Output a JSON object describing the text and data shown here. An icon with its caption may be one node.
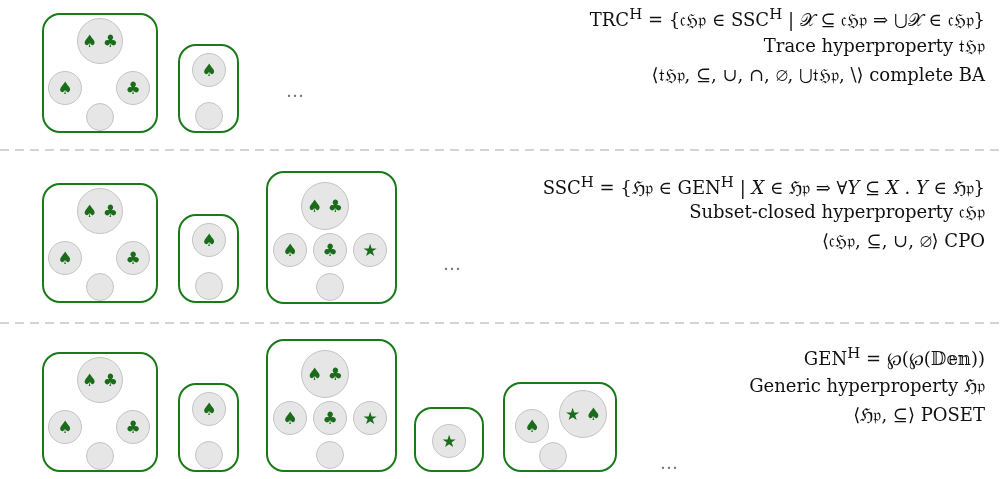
{
  "diagram": {
    "nodes": [
      {
        "text": [],
        "shape": "box"
      },
      {
        "text": [
          "♠ ♣"
        ],
        "in": 0
      },
      {
        "text": [
          "♠"
        ],
        "in": 0
      },
      {
        "text": [
          "♣"
        ],
        "in": 0
      },
      {
        "text": [],
        "shape": "circle",
        "in": 0
      },
      {
        "text": [],
        "shape": "box"
      },
      {
        "text": [
          "♠"
        ],
        "in": 5
      },
      {
        "text": [],
        "shape": "circle",
        "in": 5
      },
      {
        "text": [],
        "shape": "box"
      },
      {
        "text": [
          "♠ ♣"
        ],
        "in": 8
      },
      {
        "text": [
          "♠"
        ],
        "in": 8
      },
      {
        "text": [
          "♣"
        ],
        "in": 8
      },
      {
        "text": [],
        "shape": "circle",
        "in": 8
      },
      {
        "text": [],
        "shape": "box"
      },
      {
        "text": [
          "♠"
        ],
        "in": 13
      },
      {
        "text": [],
        "shape": "circle",
        "in": 13
      },
      {
        "text": [],
        "shape": "box"
      },
      {
        "text": [
          "♠ ♣"
        ],
        "in": 16
      },
      {
        "text": [
          "♠"
        ],
        "in": 16
      },
      {
        "text": [
          "♣"
        ],
        "in": 16
      },
      {
        "text": [
          "★"
        ],
        "in": 16
      },
      {
        "text": [],
        "shape": "circle",
        "in": 16
      },
      {
        "text": [],
        "shape": "box"
      },
      {
        "text": [
          "♠ ♣"
        ],
        "in": 22
      },
      {
        "text": [
          "♠"
        ],
        "in": 22
      },
      {
        "text": [
          "♣"
        ],
        "in": 22
      },
      {
        "text": [],
        "shape": "circle",
        "in": 22
      },
      {
        "text": [],
        "shape": "box"
      },
      {
        "text": [
          "♠"
        ],
        "in": 27
      },
      {
        "text": [],
        "shape": "circle",
        "in": 27
      },
      {
        "text": [],
        "shape": "box"
      },
      {
        "text": [
          "♠ ♣"
        ],
        "in": 30
      },
      {
        "text": [
          "♠"
        ],
        "in": 30
      },
      {
        "text": [
          "♣"
        ],
        "in": 30
      },
      {
        "text": [
          "★"
        ],
        "in": 30
      },
      {
        "text": [],
        "shape": "circle",
        "in": 30
      },
      {
        "text": [],
        "shape": "box"
      },
      {
        "text": [
          "★"
        ],
        "in": 36
      },
      {
        "text": [],
        "shape": "box"
      },
      {
        "text": [
          "♠"
        ],
        "in": 38
      },
      {
        "text": [
          "★ ♠"
        ],
        "in": 38
      },
      {
        "text": [],
        "shape": "circle",
        "in": 38
      }
    ],
    "edges": [],
    "labels": [
      "TRC$^{H}$ = {𝔠ℌ𝔭 ∈ SSC$^{H}$ | 𝒳 ⊆ 𝔠ℌ𝔭 ⇒ ⋃𝒳 ∈ 𝔠ℌ𝔭}",
      "Trace hyperproperty 𝔱ℌ𝔭",
      "⟨𝔱ℌ𝔭, ⊆, ∪, ∩, ∅, ⋃𝔱ℌ𝔭, \\⟩ complete BA",
      "…",
      "SSC$^{H}$ = {ℌ𝔭 ∈ GEN$^{H}$ | *X* ∈ ℌ𝔭 ⇒ ∀*Y* ⊆ *X* . *Y* ∈ ℌ𝔭}",
      "Subset-closed hyperproperty 𝔠ℌ𝔭",
      "⟨𝔠ℌ𝔭, ⊆, ∪, ∅⟩ CPO",
      "…",
      "GEN$^{H}$ = ℘(℘(𝔻𝕖𝕟))",
      "Generic hyperproperty ℌ𝔭",
      "⟨ℌ𝔭, ⊆⟩ POSET",
      "…"
    ]
  }
}
